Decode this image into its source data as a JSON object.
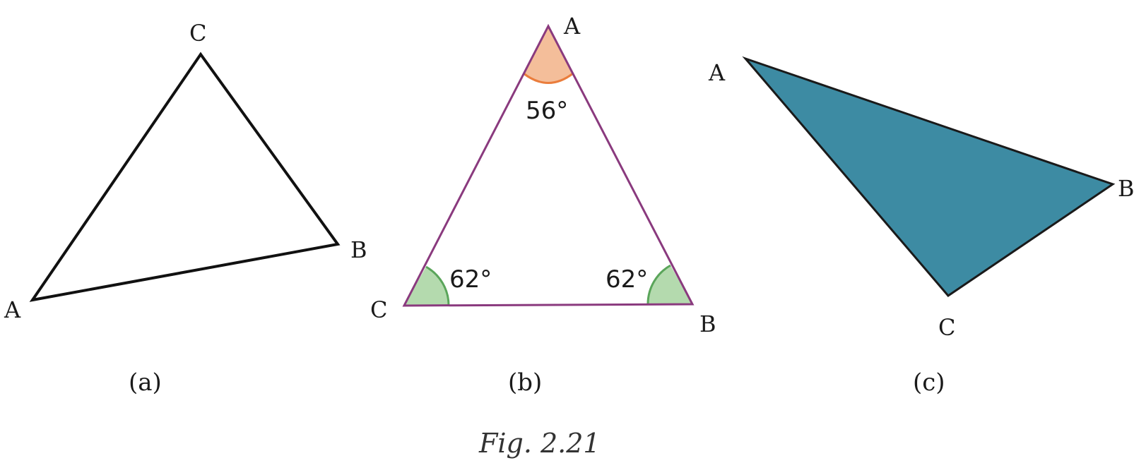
{
  "figure_caption": "Fig. 2.21",
  "colors": {
    "outline_a": "#111111",
    "outline_b": "#8a3a7e",
    "arc_apex": "#f0a878",
    "arc_apex_stroke": "#ea7d3c",
    "arc_base": "#a7d3a0",
    "arc_base_stroke": "#5aa55a",
    "fill_c": "#3d8ba3",
    "outline_c": "#1a1a1a"
  },
  "triangle_a": {
    "panel_label": "(a)",
    "vertex_a": "A",
    "vertex_b": "B",
    "vertex_c": "C"
  },
  "triangle_b": {
    "panel_label": "(b)",
    "vertex_a": "A",
    "vertex_b": "B",
    "vertex_c": "C",
    "angle_a": "56°",
    "angle_b": "62°",
    "angle_c": "62°"
  },
  "triangle_c": {
    "panel_label": "(c)",
    "vertex_a": "A",
    "vertex_b": "B",
    "vertex_c": "C"
  }
}
